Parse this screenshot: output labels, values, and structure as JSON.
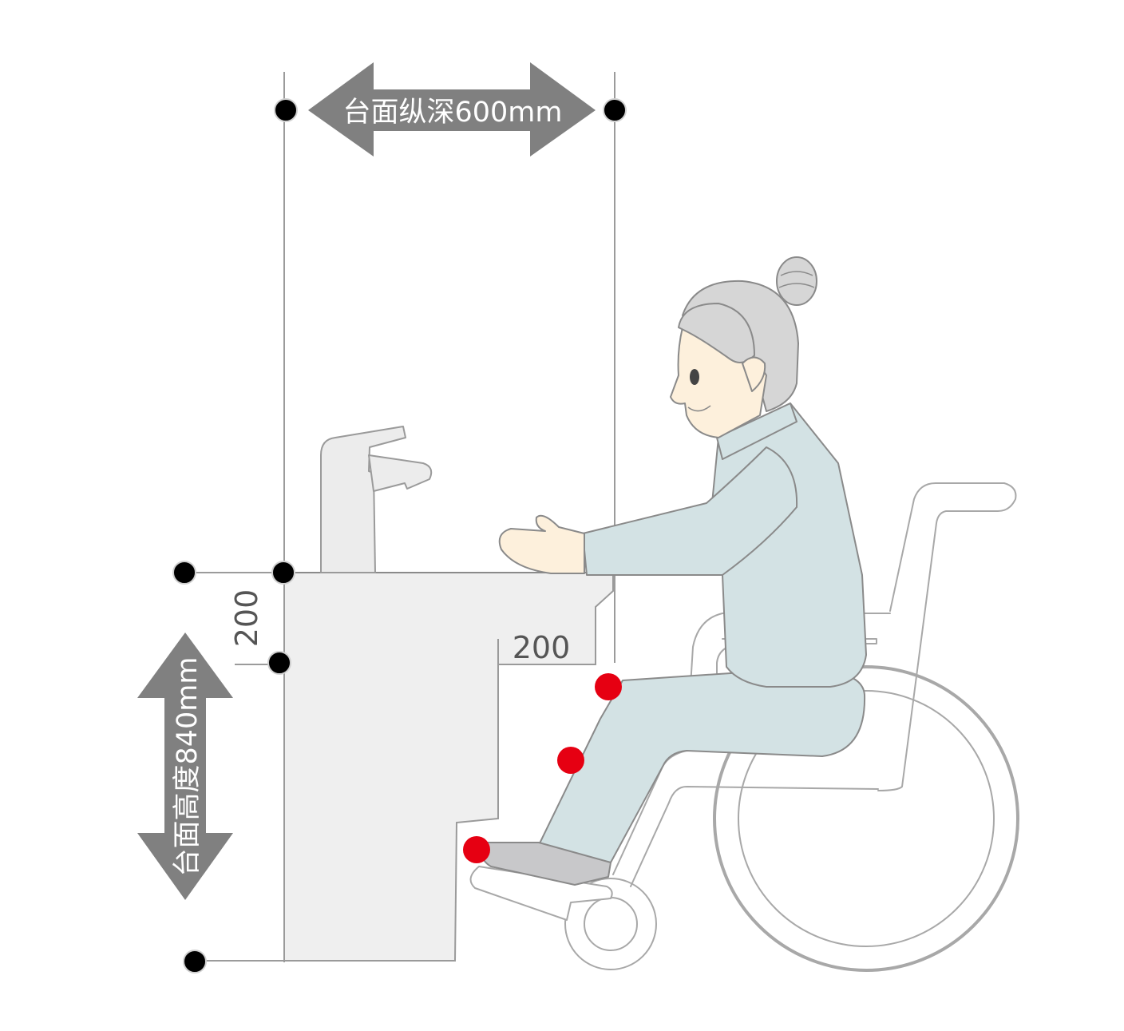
{
  "labels": {
    "counter_depth": "台面纵深600mm",
    "counter_height": "台面高度840mm",
    "apron_height": "200",
    "knee_depth": "200"
  },
  "colors": {
    "dimension_arrow": "#808080",
    "dimension_text": "#ffffff",
    "marker_dot": "#000000",
    "contact_dot": "#e60012",
    "vanity": "#efefef",
    "clothing": "#d3e2e4",
    "skin": "#fdf0dc",
    "hair": "#d6d6d6",
    "wheelchair_line": "#a8a8a8",
    "footwear": "#c8c8ca"
  },
  "icons": {
    "marker": "black-dot-icon",
    "contact_point": "red-dot-icon",
    "arrow": "double-headed-arrow-icon"
  }
}
